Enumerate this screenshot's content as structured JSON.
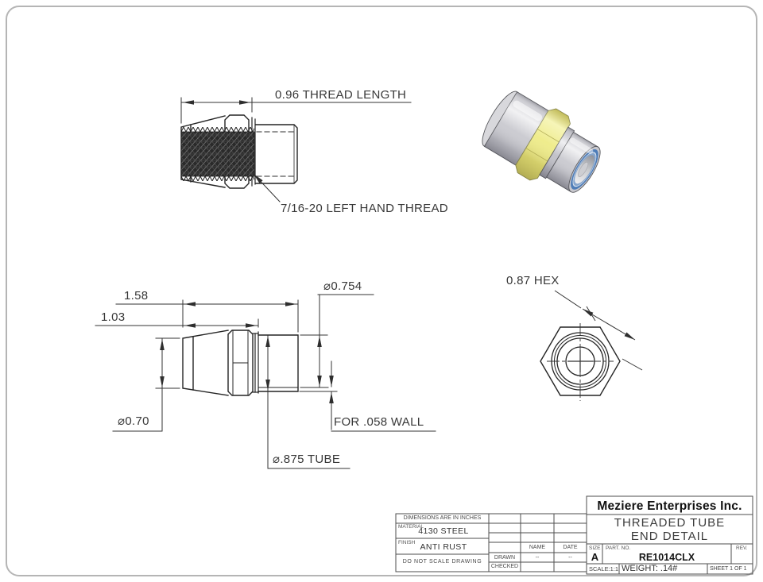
{
  "annotations": {
    "thread_length": "0.96 THREAD LENGTH",
    "thread_callout": "7/16-20 LEFT HAND THREAD",
    "overall_length": "1.58",
    "length_to_hex": "1.03",
    "stub_diameter": "⌀0.754",
    "end_diameter": "⌀0.70",
    "wall_note": "FOR .058 WALL",
    "tube_note": "⌀.875 TUBE",
    "hex_size": "0.87 HEX"
  },
  "title_block": {
    "company": "Meziere Enterprises Inc.",
    "drawing_title_line1": "THREADED TUBE",
    "drawing_title_line2": "END DETAIL",
    "units_note": "DIMENSIONS ARE IN INCHES",
    "material_label": "MATERIAL",
    "material": "4130 STEEL",
    "finish_label": "FINISH",
    "finish": "ANTI RUST",
    "no_scale_note": "DO NOT SCALE DRAWING",
    "col_name": "NAME",
    "col_date": "DATE",
    "row_drawn": "DRAWN",
    "row_checked": "CHECKED",
    "drawn_name": "--",
    "drawn_date": "--",
    "size_label": "SIZE",
    "size": "A",
    "part_no_label": "PART. NO.",
    "part_no": "RE1014CLX",
    "rev_label": "REV.",
    "scale": "SCALE:1:1",
    "weight": "WEIGHT: .14#",
    "sheet": "SHEET 1 OF 1"
  },
  "colors": {
    "hex_yellow": "#eeeb85",
    "ring_blue": "#4e7db8",
    "body_gray": "#c9c9cf",
    "line": "#2e2e2e"
  }
}
